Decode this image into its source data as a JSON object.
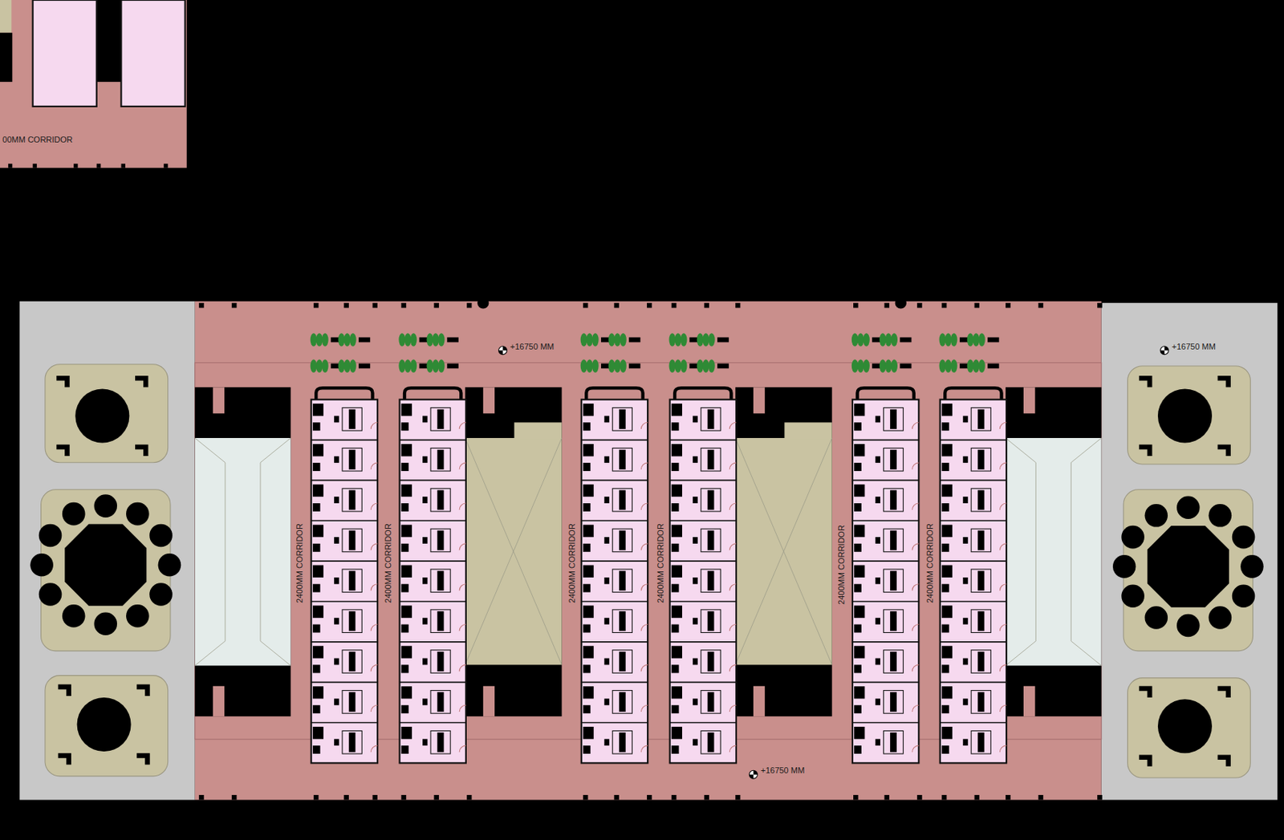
{
  "diagram": {
    "labels": [
      "00MM CORRIDOR",
      "+16750 MM",
      "+16750 MM",
      "2400MM CORRIDOR",
      "2400MM CORRIDOR",
      "2400MM CORRIDOR",
      "2400MM CORRIDOR",
      "2400MM CORRIDOR",
      "2400MM CORRIDOR",
      "+16750 MM"
    ]
  }
}
